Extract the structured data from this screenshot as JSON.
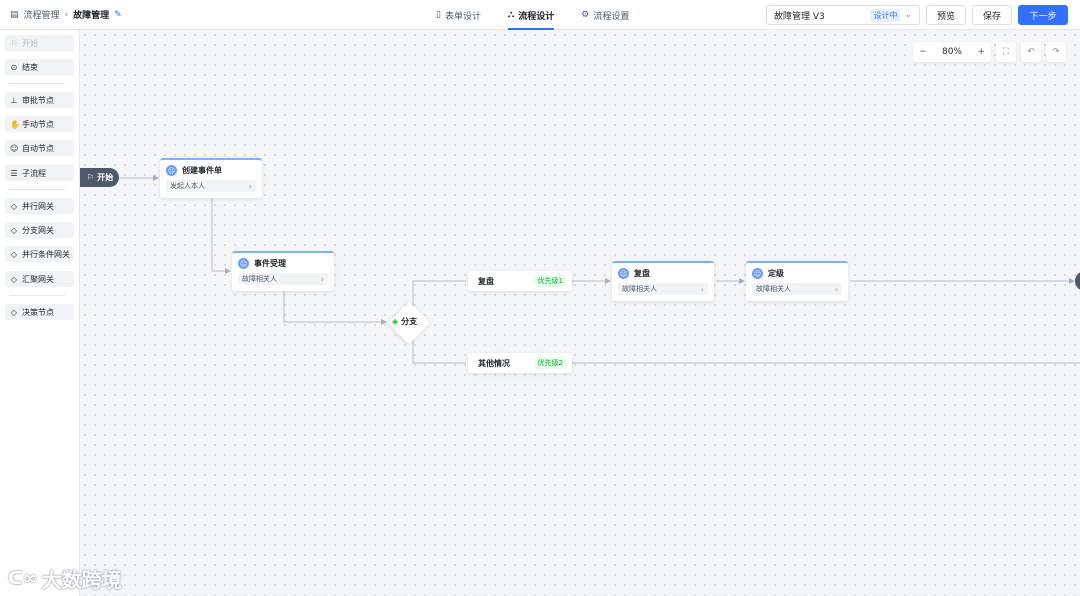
{
  "breadcrumb": {
    "root": "流程管理",
    "current": "故障管理"
  },
  "tabs": [
    {
      "label": "表单设计",
      "icon": "document-icon"
    },
    {
      "label": "流程设计",
      "icon": "flow-icon"
    },
    {
      "label": "流程设置",
      "icon": "gear-icon"
    }
  ],
  "active_tab": "流程设计",
  "version": {
    "name": "故障管理 V3",
    "status": "设计中"
  },
  "buttons": {
    "preview": "预览",
    "save": "保存",
    "next": "下一步"
  },
  "sidebar": {
    "items": [
      {
        "label": "开始",
        "icon": "flag-icon",
        "disabled": true
      },
      {
        "label": "结束",
        "icon": "stop-circle-icon"
      },
      {
        "label": "审批节点",
        "icon": "stamp-icon"
      },
      {
        "label": "手动节点",
        "icon": "hand-icon"
      },
      {
        "label": "自动节点",
        "icon": "robot-icon"
      },
      {
        "label": "子流程",
        "icon": "subflow-icon"
      },
      {
        "label": "并行网关",
        "icon": "diamond-icon"
      },
      {
        "label": "分支网关",
        "icon": "diamond-icon"
      },
      {
        "label": "并行条件网关",
        "icon": "diamond-icon"
      },
      {
        "label": "汇聚网关",
        "icon": "diamond-icon"
      },
      {
        "label": "决策节点",
        "icon": "diamond-icon"
      }
    ]
  },
  "canvas": {
    "zoom": "80%",
    "start_label": "开始",
    "nodes": {
      "create": {
        "title": "创建事件单",
        "assignee": "发起人本人"
      },
      "accept": {
        "title": "事件受理",
        "assignee": "故障相关人"
      },
      "review": {
        "title": "复盘",
        "assignee": "故障相关人"
      },
      "grade": {
        "title": "定级",
        "assignee": "故障相关人"
      }
    },
    "gateway": {
      "label": "分支"
    },
    "conditions": [
      {
        "label": "复盘",
        "priority": "优先级1"
      },
      {
        "label": "其他情况",
        "priority": "优先级2"
      }
    ]
  },
  "watermark": "大数跨境",
  "colors": {
    "accent": "#3370ff",
    "node_dark": "#4e5969",
    "success": "#00b42a"
  }
}
